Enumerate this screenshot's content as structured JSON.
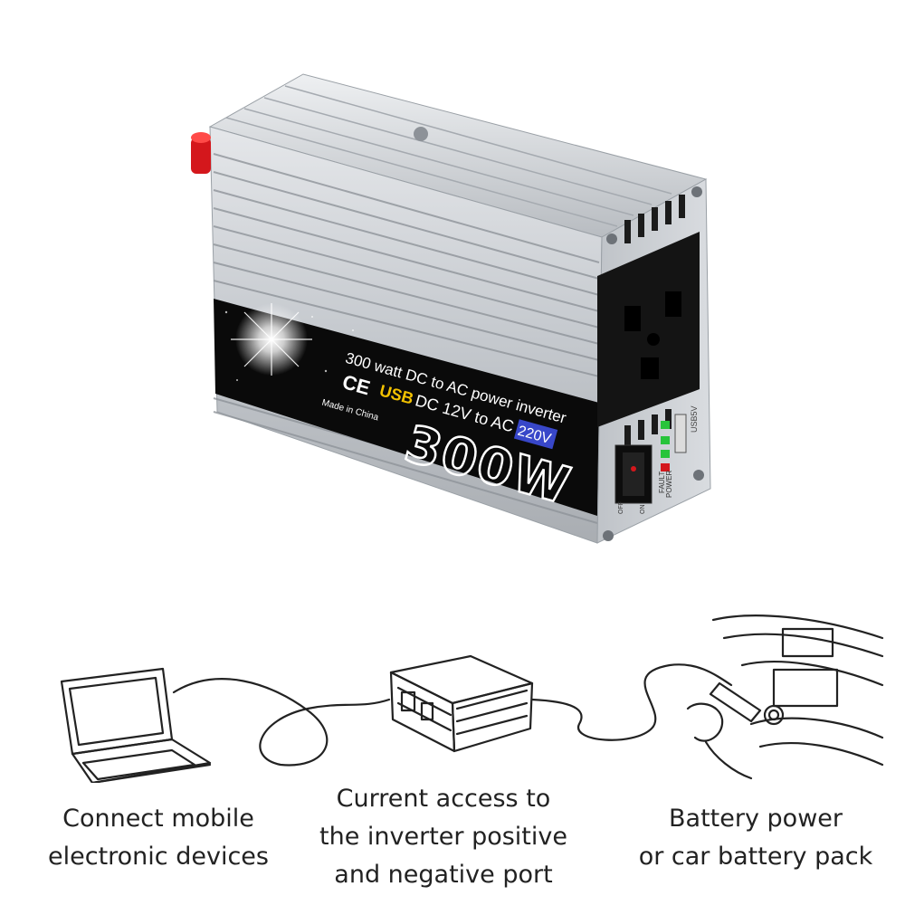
{
  "product": {
    "line1": "300 watt DC to AC power inverter",
    "usb_label": "USB",
    "line2": "DC 12V to AC",
    "voltage_badge": "220V",
    "made_in": "Made in China",
    "ce_mark": "CE",
    "big_wattage": "300W",
    "usb_port_label": "USB5V",
    "switch_labels": {
      "power": "POWER",
      "fault": "FAULT",
      "on": "ON",
      "off": "OFF"
    }
  },
  "diagram": {
    "items": [
      {
        "lines": [
          "Connect mobile",
          "electronic devices"
        ]
      },
      {
        "lines": [
          "Current access to",
          "the inverter positive",
          "and negative port"
        ]
      },
      {
        "lines": [
          "Battery power",
          "or car battery pack"
        ]
      }
    ]
  },
  "colors": {
    "aluminum": "#c9cdd1",
    "label_black": "#0a0a0a",
    "usb_yellow": "#f2c100",
    "terminal_red": "#d4171c",
    "led_green": "#27c43a",
    "voltage_blue": "#3847c9"
  }
}
